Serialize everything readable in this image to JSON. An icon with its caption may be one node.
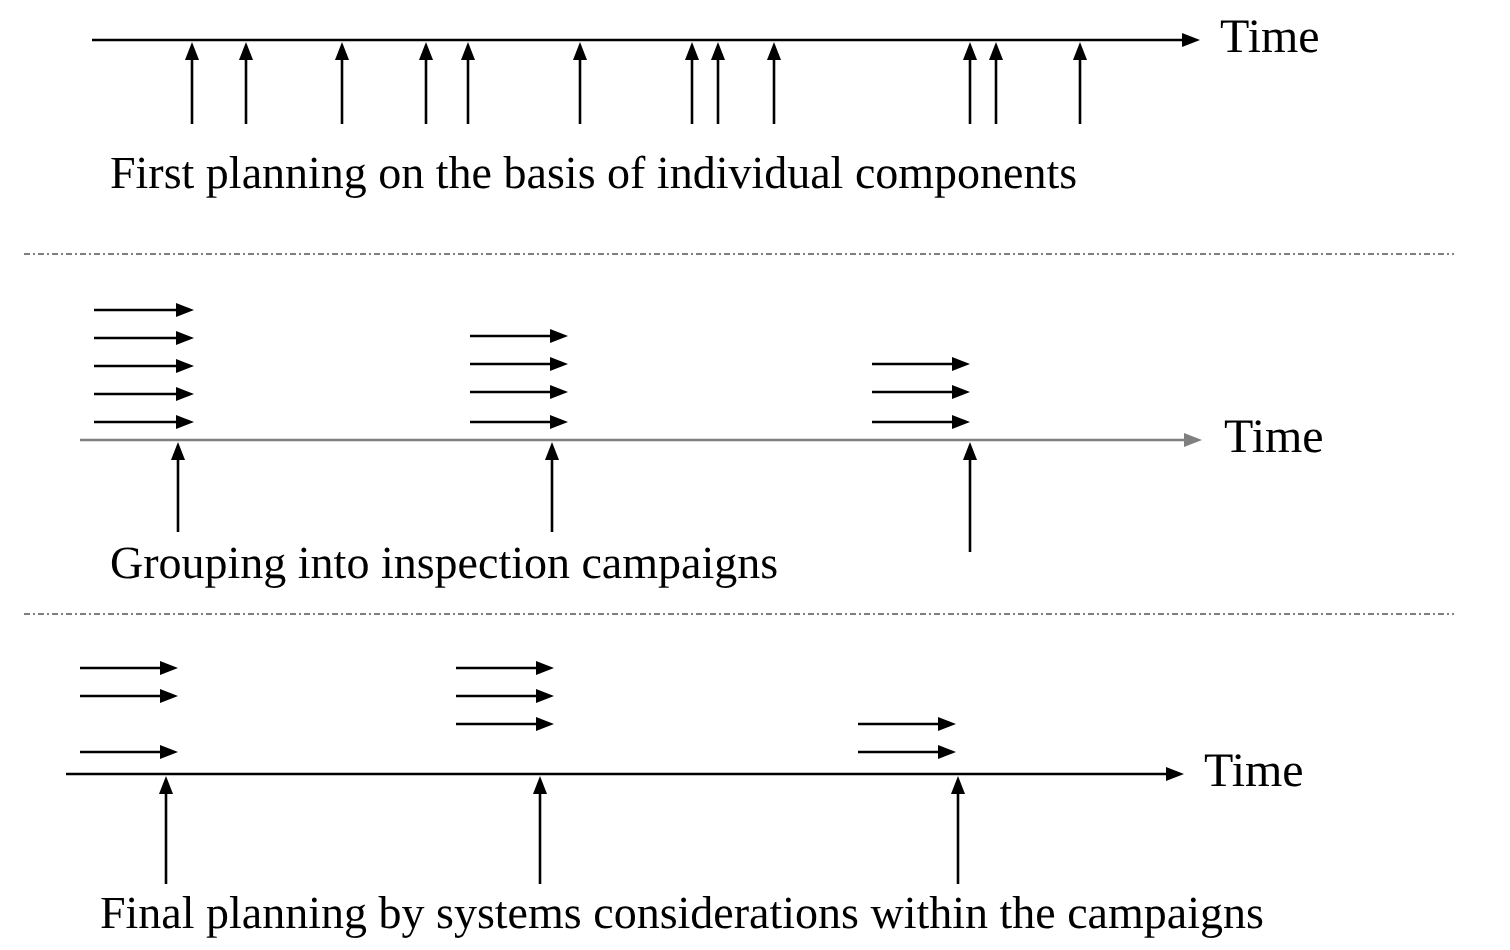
{
  "diagram": {
    "labels": [
      "Time",
      "First planning on the basis of individual components",
      "Time",
      "Grouping into inspection campaigns",
      "Time",
      "Final planning by systems considerations within the campaigns"
    ]
  }
}
